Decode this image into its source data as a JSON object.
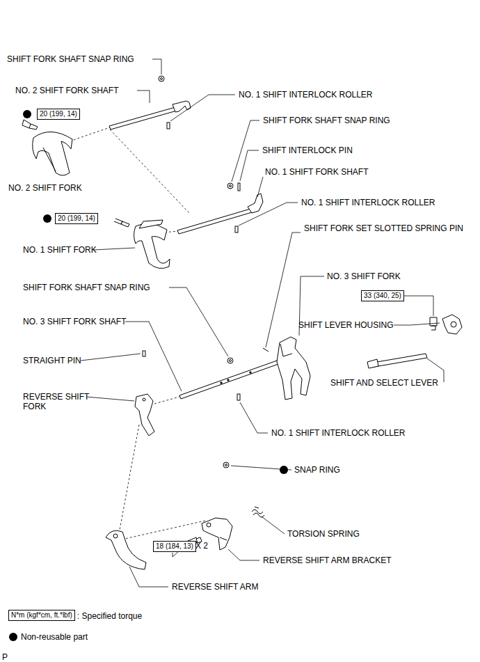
{
  "diagram": {
    "nodes": [
      {
        "text": [
          "20 (199, 14)"
        ]
      },
      {
        "text": [
          "20 (199, 14)"
        ]
      },
      {
        "text": [
          "33 (340, 25)"
        ]
      },
      {
        "text": [
          "18 (184, 13)"
        ]
      },
      {
        "text": [
          "N*m (kgf*cm, ft.*lbf)"
        ]
      }
    ],
    "labels": [
      "SHIFT FORK SHAFT SNAP RING",
      "NO. 2 SHIFT FORK SHAFT",
      "NO. 1 SHIFT INTERLOCK ROLLER",
      "SHIFT FORK SHAFT SNAP RING",
      "SHIFT INTERLOCK PIN",
      "NO. 1 SHIFT FORK SHAFT",
      "NO. 2 SHIFT FORK",
      "NO. 1 SHIFT INTERLOCK ROLLER",
      "SHIFT FORK SET SLOTTED SPRING PIN",
      "NO. 1 SHIFT FORK",
      "NO. 3 SHIFT FORK",
      "SHIFT FORK SHAFT SNAP RING",
      "NO. 3 SHIFT FORK SHAFT",
      "SHIFT LEVER HOUSING",
      "STRAIGHT PIN",
      "SHIFT AND SELECT LEVER",
      "REVERSE SHIFT FORK",
      "NO. 1 SHIFT INTERLOCK ROLLER",
      "SNAP RING",
      "TORSION SPRING",
      "X 2",
      "REVERSE SHIFT ARM BRACKET",
      "REVERSE SHIFT ARM",
      "P"
    ],
    "legend": [
      {
        "text": ": Specified torque"
      },
      {
        "text": "Non-reusable part",
        "color": "#000000"
      }
    ]
  }
}
